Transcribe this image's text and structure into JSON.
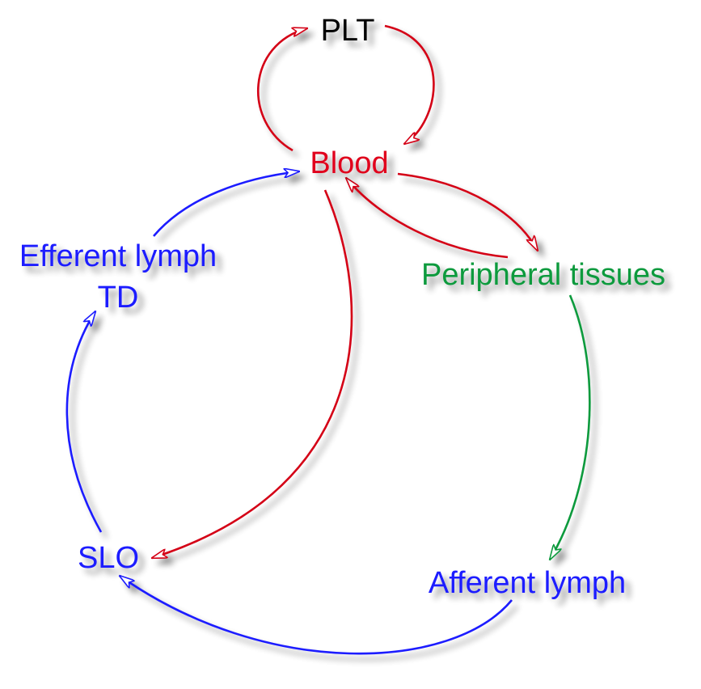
{
  "nodes": {
    "plt": {
      "label": "PLT",
      "color": "#000000"
    },
    "blood": {
      "label": "Blood",
      "color": "#e0001a"
    },
    "peripheral": {
      "label": "Peripheral tissues",
      "color": "#0a9a3c"
    },
    "afferent": {
      "label": "Afferent lymph",
      "color": "#1a1aff"
    },
    "slo": {
      "label": "SLO",
      "color": "#1a1aff"
    },
    "efferent": {
      "line1": "Efferent lymph",
      "line2": "TD",
      "color": "#1a1aff"
    }
  },
  "colors": {
    "blood_path": "#d40015",
    "lymph_path": "#1a1aff",
    "tissue_path": "#0a9a3c"
  }
}
